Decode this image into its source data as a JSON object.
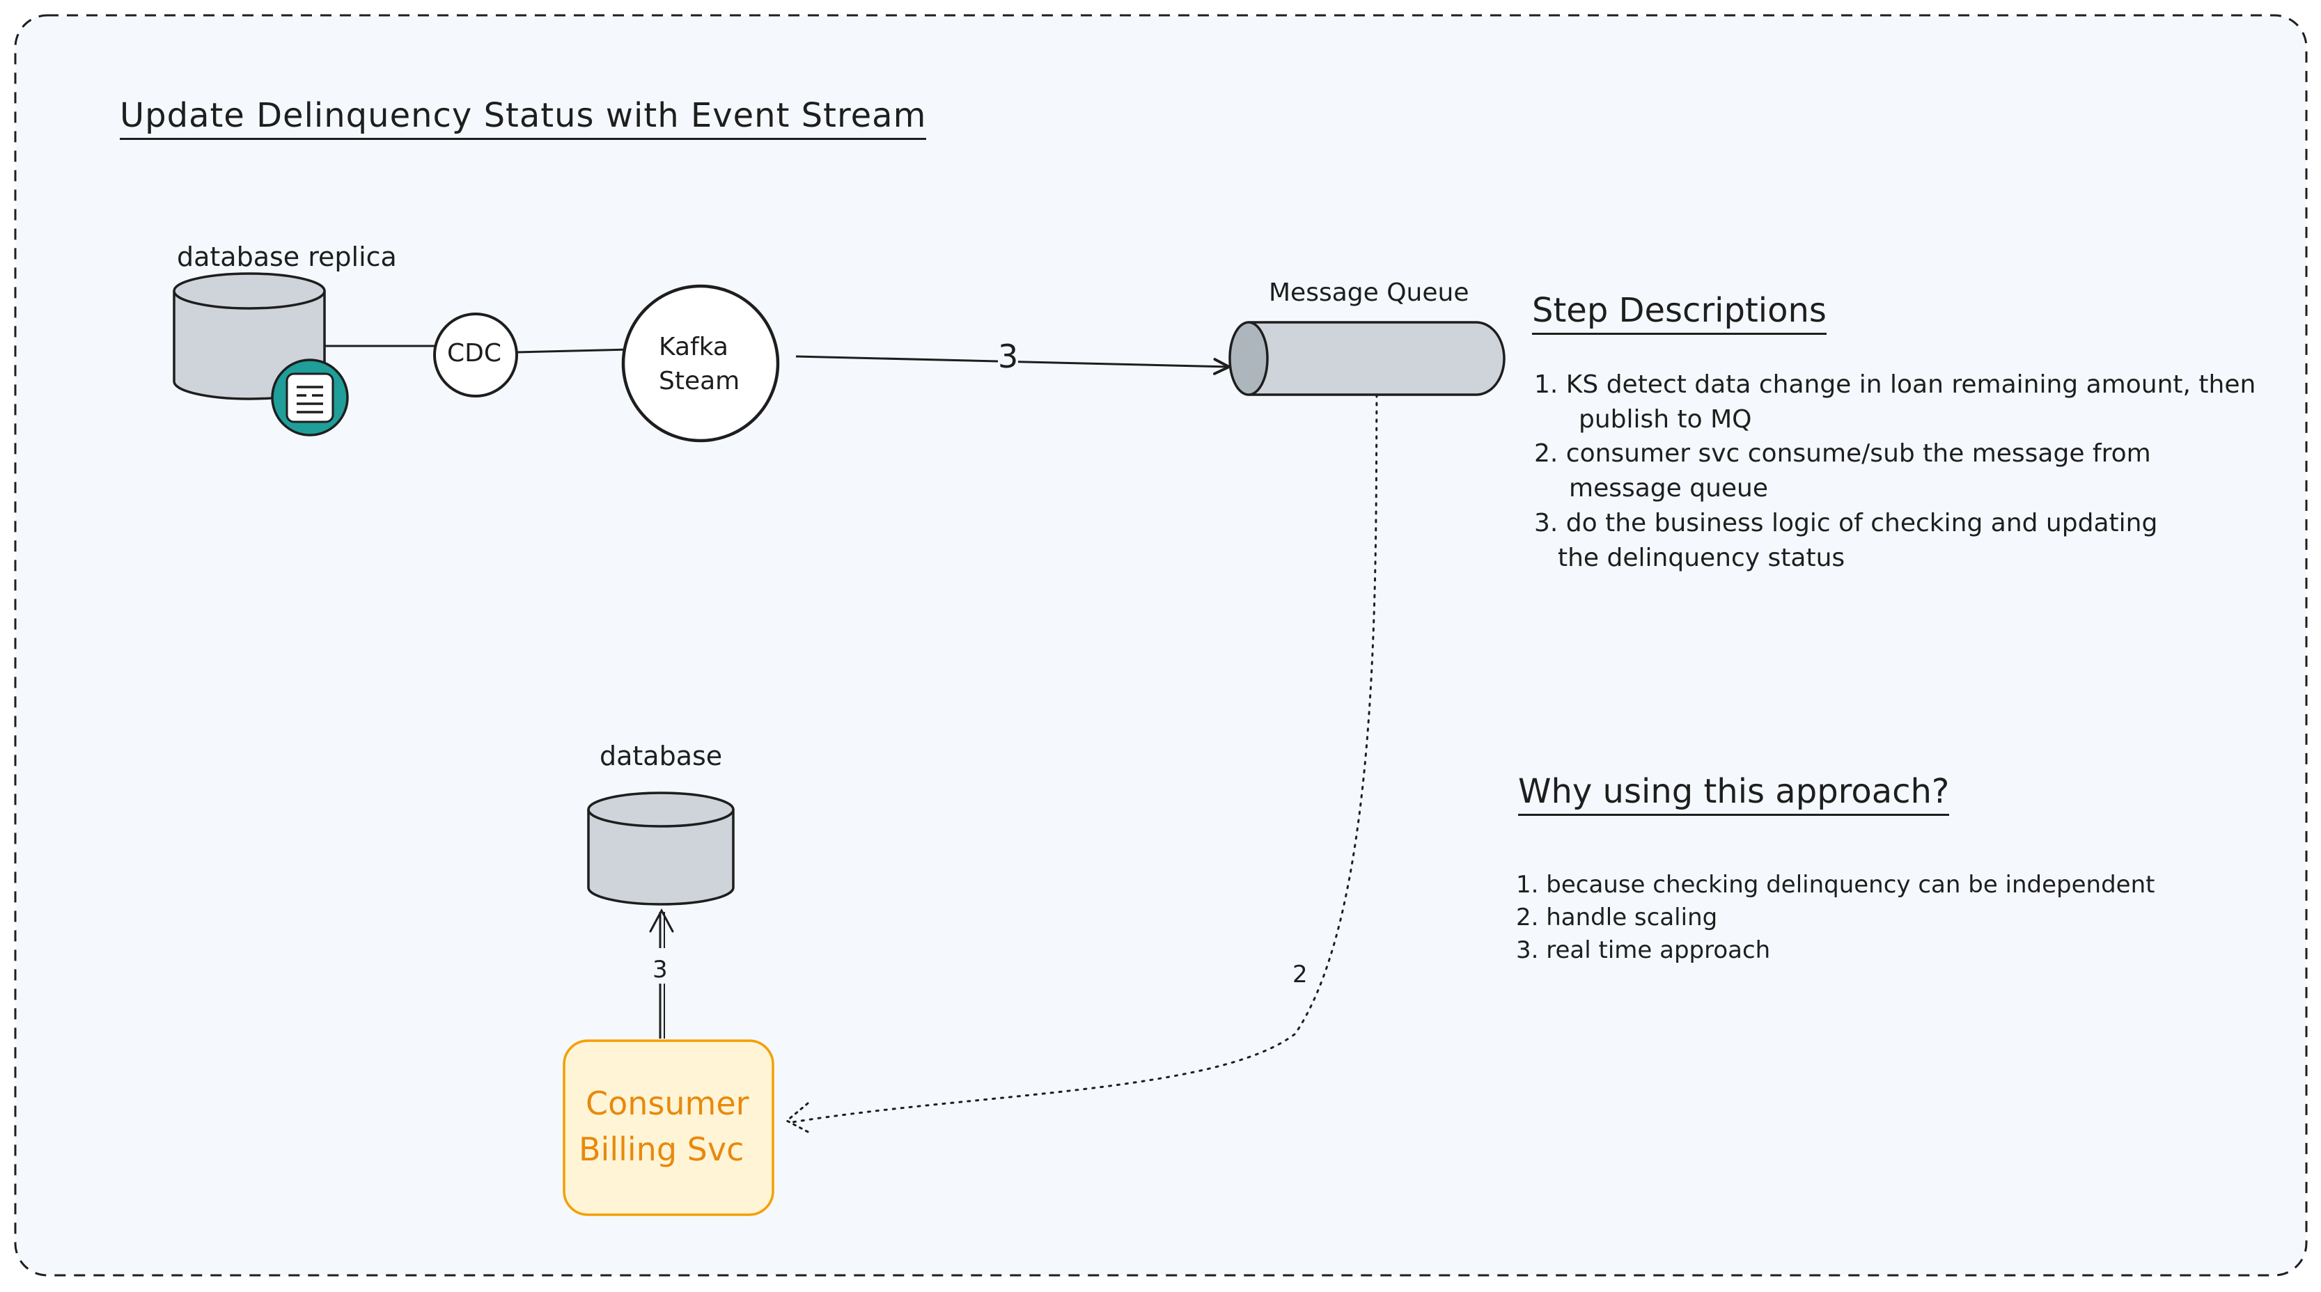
{
  "diagram": {
    "title": "Update Delinquency Status with Event Stream",
    "nodes": {
      "database_replica": "database replica",
      "cdc": "CDC",
      "kafka_line1": "Kafka",
      "kafka_line2": "Steam",
      "message_queue": "Message Queue",
      "database": "database",
      "consumer_line1": "Consumer",
      "consumer_line2": "Billing Svc"
    },
    "edges": {
      "kafka_to_mq": "3",
      "mq_to_consumer": "2",
      "consumer_to_db": "3"
    },
    "steps": {
      "heading": "Step Descriptions",
      "items": [
        "1. KS detect data change in loan remaining amount, then",
        "publish to MQ",
        "2. consumer svc consume/sub the message from",
        "message queue",
        "3. do the business logic of checking and updating",
        "the delinquency status"
      ]
    },
    "why": {
      "heading": "Why using this approach?",
      "items": [
        "1. because checking delinquency can be independent",
        "2. handle scaling",
        "3. real time approach"
      ]
    }
  },
  "colors": {
    "canvas_bg": "#f5f9fd",
    "stroke": "#1e1e1e",
    "cylinder_fill": "#ced4da",
    "badge_fill": "#1f9e9a",
    "consumer_border": "#f59f00",
    "consumer_fill": "#fff5d6",
    "consumer_text": "#e8890c"
  }
}
